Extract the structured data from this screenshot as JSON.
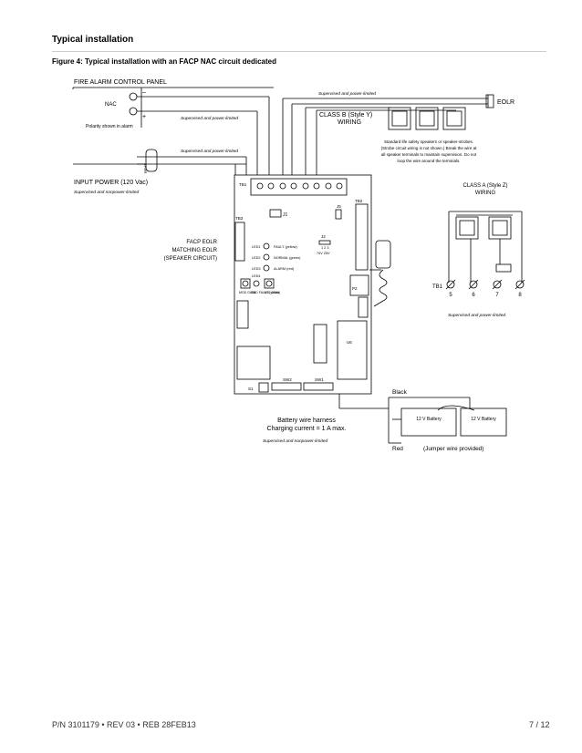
{
  "header": {
    "section_title": "Typical installation",
    "figure_caption": "Figure 4: Typical installation with an FACP NAC circuit dedicated"
  },
  "diagram": {
    "facp_title": "FIRE ALARM CONTROL PANEL",
    "nac_label": "NAC",
    "minus_sign": "–",
    "plus_sign": "+",
    "polarity_note": "Polarity shown in alarm",
    "xfmr_label": "XFMR",
    "input_power": "INPUT POWER (120 Vac)",
    "supervised_nonpower": "Supervised and nonpower-limited",
    "supervised_power": "Supervised and power-limited",
    "eolr_label": "EOLR",
    "class_b_line1": "CLASS B (Style Y)",
    "class_b_line2": "WIRING",
    "speaker_note_1": "Standard life safety speakers or speaker-strobes.",
    "speaker_note_2": "(Strobe circuit wiring is not shown.) Break the wire at",
    "speaker_note_3": "all speaker terminals to maintain supervision. Do not",
    "speaker_note_4": "loop the wire around the terminals.",
    "tb1_label": "TB1",
    "tb2_label": "TB2",
    "tb3_label": "TB3",
    "j1_label": "J1",
    "j2_label": "J2",
    "j2_pins": "1 2 3",
    "j2_voltage": "70V 25V",
    "j5_label": "J5",
    "p2_label": "P2",
    "u6_label": "U6",
    "s1_label": "S1",
    "sw1_label": "SW1",
    "sw2_label": "SW2",
    "led1_label": "LED1",
    "led2_label": "LED2",
    "led3_label": "LED3",
    "led4_label": "LED4",
    "led1_desc": "FAULT (yellow)",
    "led2_desc": "NORMAL (green)",
    "led3_desc": "ALARM (red)",
    "mod_gain": "MOD GAIN",
    "gnd_fault": "GND FAULT (yellow)",
    "mic_gain": "MIC GAIN",
    "facp_eolr_1": "FACP EOLR",
    "facp_eolr_2": "MATCHING EOLR",
    "facp_eolr_3": "(SPEAKER CIRCUIT)",
    "class_a_line1": "CLASS A (Style Z)",
    "class_a_line2": "WIRING",
    "tb1_right_label": "TB1",
    "tb1_terms": [
      "5",
      "6",
      "7",
      "8"
    ],
    "battery_harness_1": "Battery wire harness",
    "battery_harness_2": "Charging current = 1 A max.",
    "black_label": "Black",
    "red_label": "Red",
    "jumper_note": "(Jumper wire provided)",
    "battery_1": "12 V Battery",
    "battery_2": "12 V Battery"
  },
  "footer": {
    "part_number": "P/N 3101179 • REV 03 • REB 28FEB13",
    "page": "7 / 12"
  }
}
